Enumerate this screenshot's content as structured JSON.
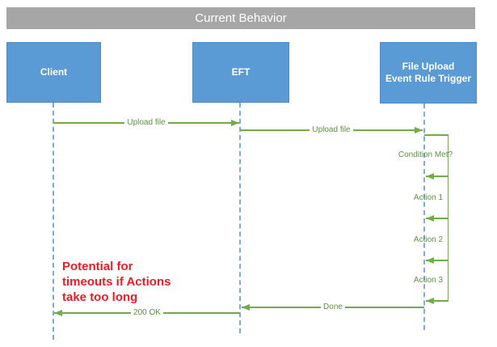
{
  "title": "Current Behavior",
  "actors": [
    {
      "label": "Client"
    },
    {
      "label": "EFT"
    },
    {
      "line1": "File Upload",
      "line2": "Event Rule Trigger"
    }
  ],
  "messages": [
    {
      "label": "Upload file",
      "from": "Client",
      "to": "EFT",
      "direction": "right"
    },
    {
      "label": "Upload file",
      "from": "EFT",
      "to": "File Upload Event Rule Trigger",
      "direction": "right"
    },
    {
      "label": "Condition Met?",
      "from": "File Upload Event Rule Trigger",
      "to": "File Upload Event Rule Trigger",
      "direction": "self"
    },
    {
      "label": "Action 1",
      "from": "File Upload Event Rule Trigger",
      "to": "File Upload Event Rule Trigger",
      "direction": "self"
    },
    {
      "label": "Action 2",
      "from": "File Upload Event Rule Trigger",
      "to": "File Upload Event Rule Trigger",
      "direction": "self"
    },
    {
      "label": "Action 3",
      "from": "File Upload Event Rule Trigger",
      "to": "File Upload Event Rule Trigger",
      "direction": "self"
    },
    {
      "label": "Done",
      "from": "File Upload Event Rule Trigger",
      "to": "EFT",
      "direction": "left"
    },
    {
      "label": "200 OK",
      "from": "EFT",
      "to": "Client",
      "direction": "left"
    }
  ],
  "annotation": {
    "lines": [
      "Potential for",
      "timeouts if Actions",
      "take too long"
    ],
    "color": "#ed1c24"
  },
  "colors": {
    "title_bar": "#a6a6a6",
    "actor_fill": "#5b9bd5",
    "lifeline": "#7fabdc",
    "arrow": "#70ad47",
    "arrow_label": "#5e9140",
    "annotation_text": "#ed1c24",
    "text_on_fill": "#ffffff"
  }
}
